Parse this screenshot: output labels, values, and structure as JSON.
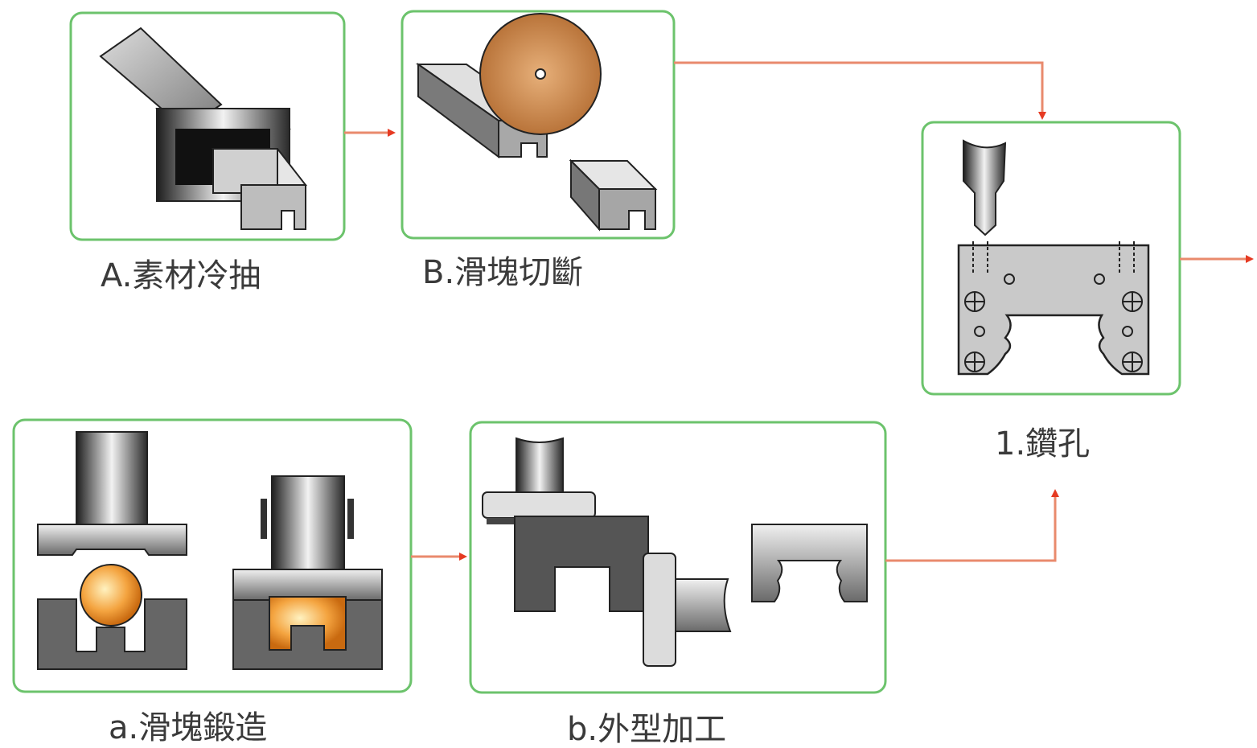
{
  "labels": {
    "step_A": "A.素材冷抽",
    "step_B": "B.滑塊切斷",
    "step_1": "1.鑽孔",
    "step_a": "a.滑塊鍛造",
    "step_b": "b.外型加工"
  },
  "colors": {
    "panel_border": "#6cc36c",
    "arrow": "#e63a22",
    "arrow_line": "#e98a6d",
    "caption": "#3a3a3a",
    "steel_dark": "#2b2b2b",
    "steel_mid": "#8a8a8a",
    "steel_light": "#d8d8d8",
    "forge_hot": "#f0a040",
    "grinding_wheel": "#d39250",
    "die_gray": "#666666"
  }
}
